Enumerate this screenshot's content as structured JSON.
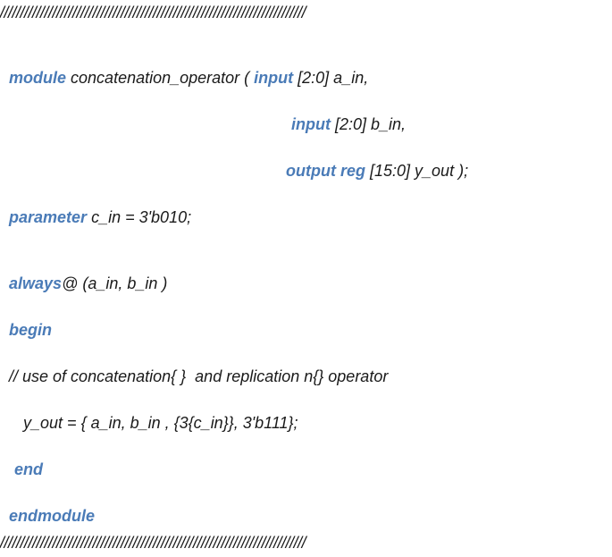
{
  "rule_top": "////////////////////////////////////////////////////////////////////////////",
  "rule_bottom": "////////////////////////////////////////////////////////////////////////////",
  "colors": {
    "keyword": "#4a7bb7",
    "text": "#1a1a1a",
    "background": "#ffffff"
  },
  "code": {
    "l1": {
      "kw": "module",
      "text": " concatenation_operator ( ",
      "kw2": "input",
      "text2": " [2:0] a_in,"
    },
    "l2": {
      "kw": "input",
      "text": " [2:0] b_in,"
    },
    "l3": {
      "kw": "output reg",
      "text": " [15:0] y_out );"
    },
    "l4": {
      "kw": "parameter",
      "text": " c_in = 3'b010;"
    },
    "l5": {
      "kw": "always",
      "text": "@ (a_in, b_in )"
    },
    "l6": {
      "kw": "begin"
    },
    "l7": {
      "text": "// use of concatenation{ }  and replication n{} operator"
    },
    "l8": {
      "text": "y_out = { a_in, b_in , {3{c_in}}, 3'b111};"
    },
    "l9": {
      "kw": "end"
    },
    "l10": {
      "kw": "endmodule"
    }
  }
}
